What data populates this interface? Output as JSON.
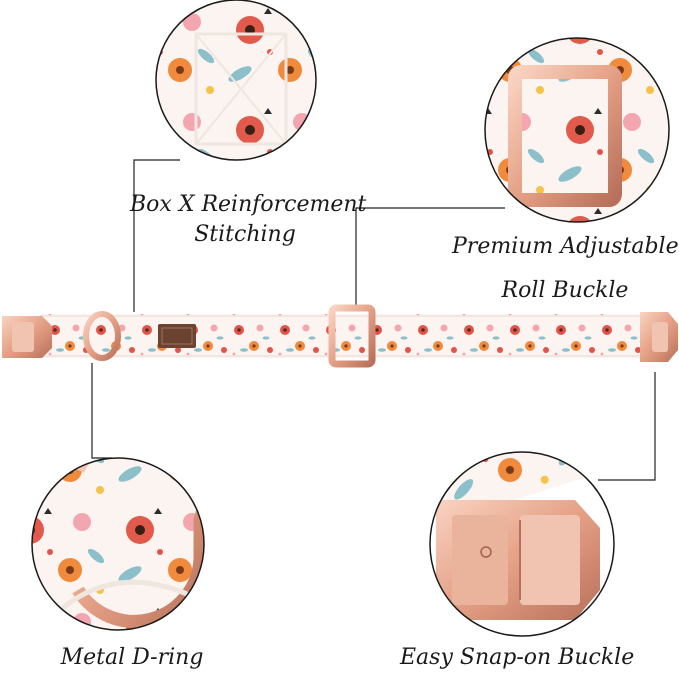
{
  "features": {
    "stitching": {
      "line1": "Box X Reinforcement",
      "line2": "Stitching"
    },
    "buckle": {
      "line1": "Premium Adjustable",
      "line2": "Roll Buckle"
    },
    "dring": {
      "label": "Metal D-ring"
    },
    "snap": {
      "label": "Easy Snap-on Buckle"
    }
  },
  "colors": {
    "rose_gold": "#e8a98f",
    "rose_gold_dark": "#c77f66",
    "fabric": "#fbf4f0",
    "flower_red": "#e2534a",
    "flower_orange": "#f08a3c",
    "flower_pink": "#f3a6b0",
    "leaf_blue": "#8bbfc9",
    "tag_brown": "#6b4330"
  }
}
